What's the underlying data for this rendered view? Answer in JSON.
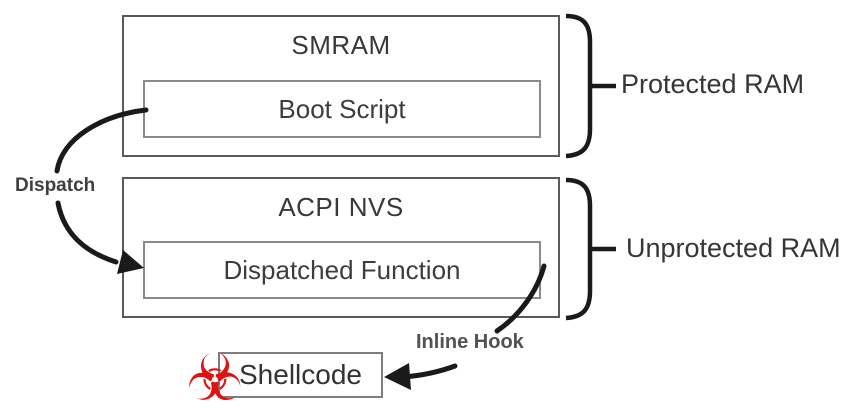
{
  "regions": {
    "smram": {
      "title": "SMRAM",
      "inner": "Boot Script",
      "annotation": "Protected RAM"
    },
    "acpi_nvs": {
      "title": "ACPI NVS",
      "inner": "Dispatched Function",
      "annotation": "Unprotected RAM"
    }
  },
  "arrows": {
    "dispatch": "Dispatch",
    "inline_hook": "Inline Hook"
  },
  "shellcode": {
    "label": "Shellcode"
  },
  "icons": {
    "biohazard": "☣"
  },
  "colors": {
    "background": "#ffffff",
    "outer_box_border": "#5a5a55",
    "inner_box_border": "#8a8a86",
    "shellcode_box_border": "#7d7d7d",
    "stroke_black": "#1a1a1a",
    "label_text": "#383838",
    "annotation_text": "#363636",
    "biohazard_red": "#e01111"
  }
}
